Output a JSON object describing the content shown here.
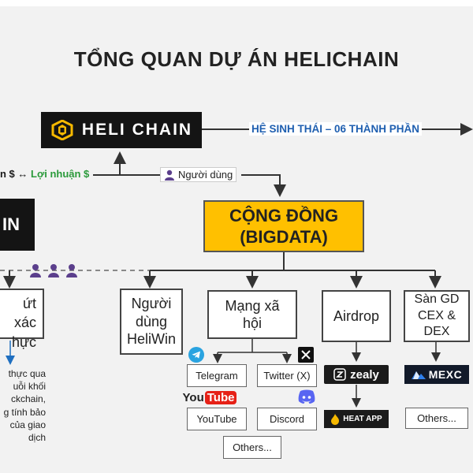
{
  "title": "TỔNG QUAN DỰ ÁN HELICHAIN",
  "brand": {
    "name": "HELI CHAIN",
    "logo_icon": "heli-chain-logo-icon",
    "accent": "#f5b800"
  },
  "ecosystem_label": "HỆ SINH THÁI – 06 THÀNH PHẦN",
  "profit_label": {
    "left": "n $ ↔",
    "right": "Lợi nhuận $"
  },
  "users_label": "Người dùng",
  "community": {
    "line1": "CỘNG ĐỒNG",
    "line2": "(BIGDATA)",
    "color": "#ffc000"
  },
  "left_box": {
    "label": "IN"
  },
  "verify": {
    "line1": "ứt xác",
    "line2": "hực",
    "desc": [
      "thực qua",
      "uỗi khối",
      "ckchain,",
      "g tính bảo",
      "của giao",
      "dịch"
    ]
  },
  "nodes": [
    {
      "id": "heliwin",
      "lines": [
        "Người",
        "dùng",
        "HeliWin"
      ]
    },
    {
      "id": "social",
      "lines": [
        "Mạng xã",
        "hội"
      ]
    },
    {
      "id": "airdrop",
      "lines": [
        "Airdrop"
      ]
    },
    {
      "id": "exchange",
      "lines": [
        "Sàn GD",
        "CEX &",
        "DEX"
      ]
    }
  ],
  "social_items": {
    "telegram": "Telegram",
    "twitter": "Twitter (X)",
    "youtube": "YouTube",
    "discord": "Discord",
    "others": "Others..."
  },
  "youtube_logo": {
    "you": "You",
    "tube": "Tube"
  },
  "airdrop_items": {
    "zealy": "zealy",
    "heat_app": "HEAT APP"
  },
  "exchange_items": {
    "mexc": "MEXC",
    "others": "Others..."
  }
}
